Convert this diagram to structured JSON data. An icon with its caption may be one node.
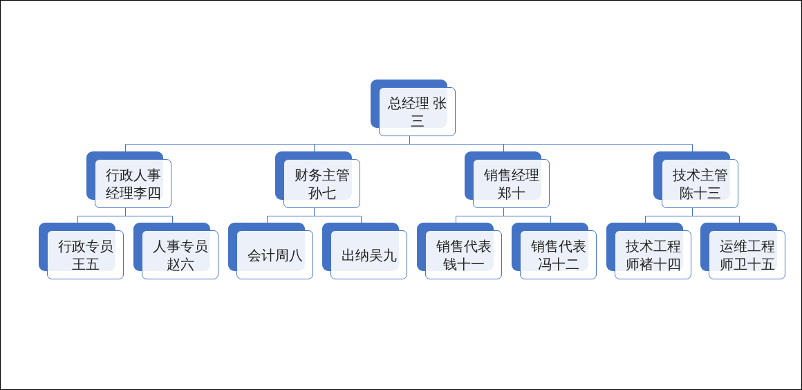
{
  "diagram": {
    "nodes": [
      {
        "text": [
          "总经理 张三"
        ]
      },
      {
        "text": [
          "行政人事经理李四"
        ]
      },
      {
        "text": [
          "财务主管孙七"
        ]
      },
      {
        "text": [
          "销售经理郑十"
        ]
      },
      {
        "text": [
          "技术主管陈十三"
        ]
      },
      {
        "text": [
          "行政专员王五"
        ]
      },
      {
        "text": [
          "人事专员赵六"
        ]
      },
      {
        "text": [
          "会计周八"
        ]
      },
      {
        "text": [
          "出纳吴九"
        ]
      },
      {
        "text": [
          "销售代表钱十一"
        ]
      },
      {
        "text": [
          "销售代表冯十二"
        ]
      },
      {
        "text": [
          "技术工程师褚十四"
        ]
      },
      {
        "text": [
          "运维工程师卫十五"
        ]
      }
    ],
    "edges": [
      {
        "from": 0,
        "to": 1,
        "arrow": "none"
      },
      {
        "from": 0,
        "to": 2,
        "arrow": "none"
      },
      {
        "from": 0,
        "to": 3,
        "arrow": "none"
      },
      {
        "from": 0,
        "to": 4,
        "arrow": "none"
      },
      {
        "from": 1,
        "to": 5,
        "arrow": "none"
      },
      {
        "from": 1,
        "to": 6,
        "arrow": "none"
      },
      {
        "from": 2,
        "to": 7,
        "arrow": "none"
      },
      {
        "from": 2,
        "to": 8,
        "arrow": "none"
      },
      {
        "from": 3,
        "to": 9,
        "arrow": "none"
      },
      {
        "from": 3,
        "to": 10,
        "arrow": "none"
      },
      {
        "from": 4,
        "to": 11,
        "arrow": "none"
      },
      {
        "from": 4,
        "to": 12,
        "arrow": "none"
      }
    ]
  }
}
